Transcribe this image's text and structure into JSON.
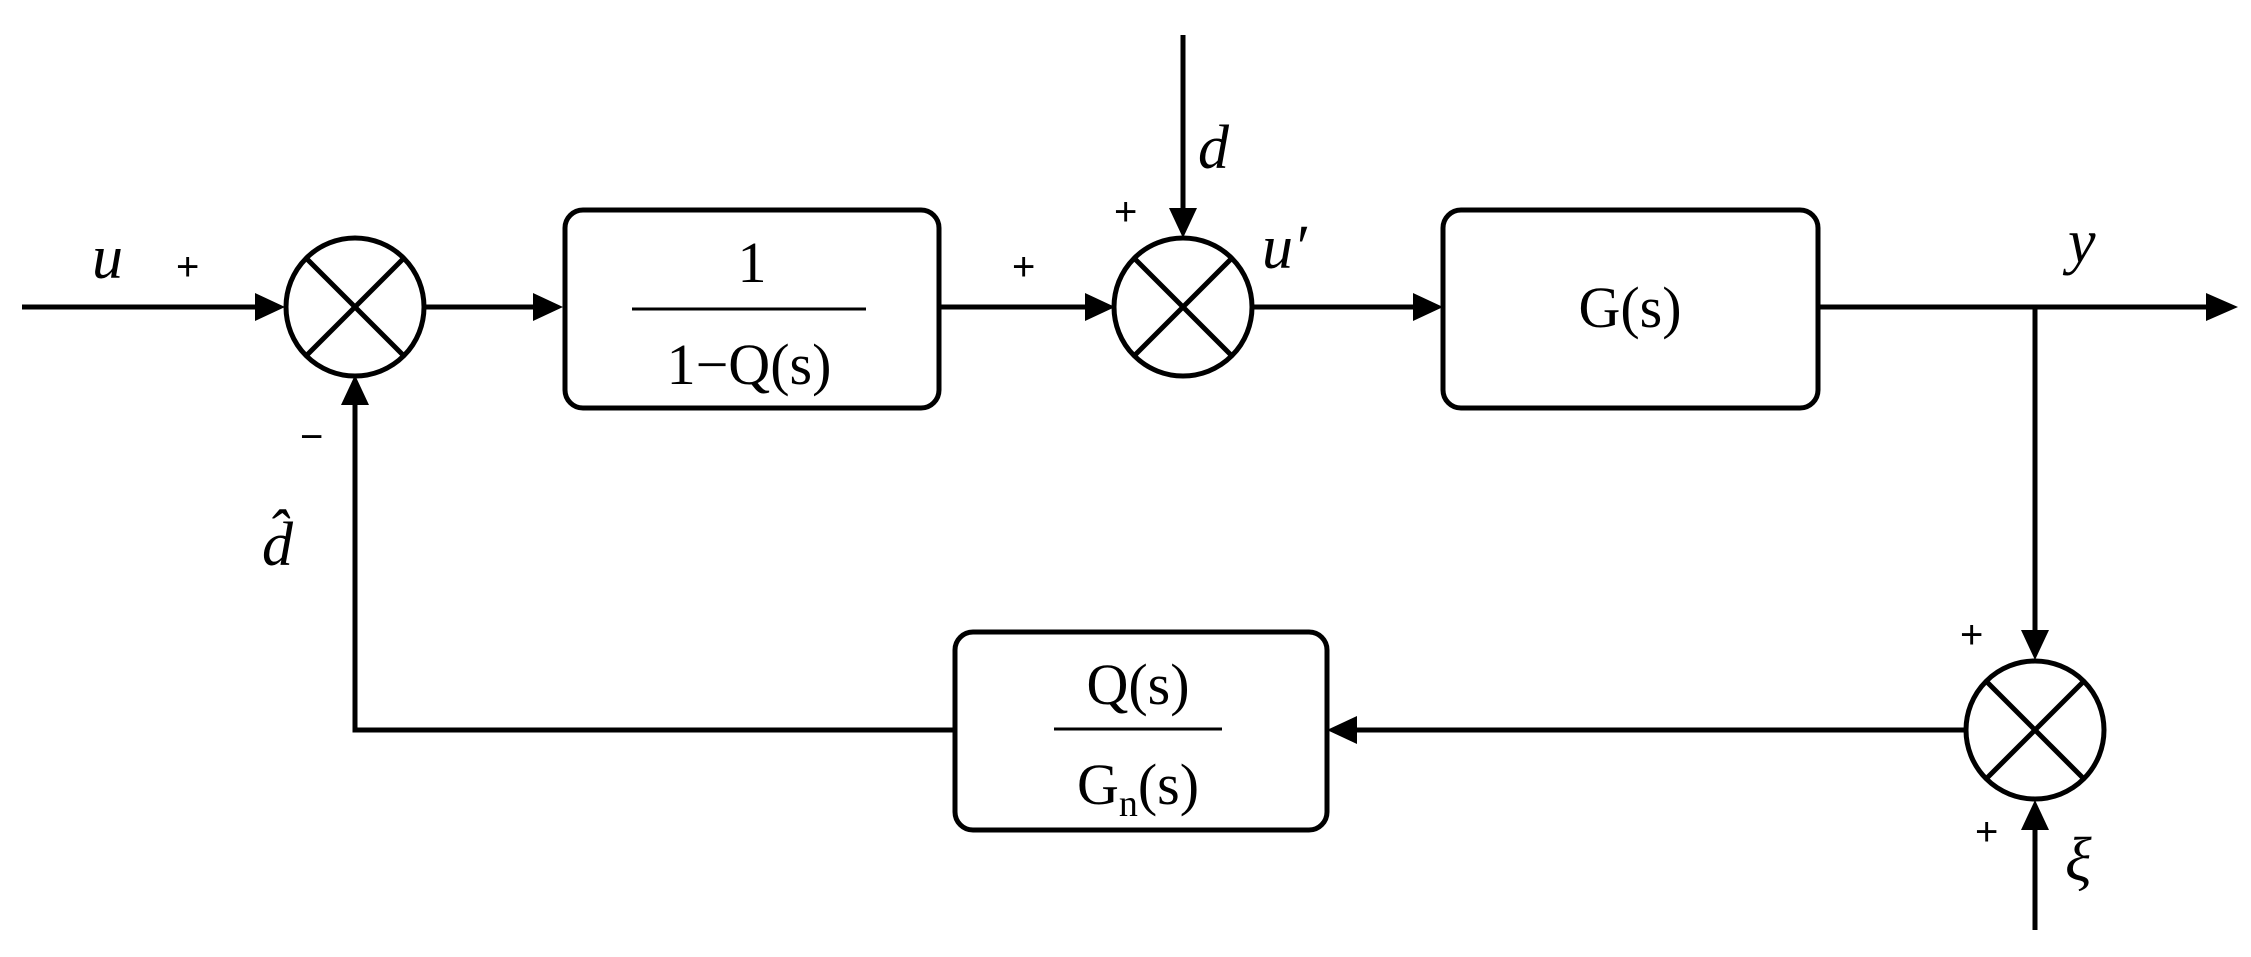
{
  "blocks": {
    "forward_filter": {
      "numerator": "1",
      "denominator": "1−Q(s)"
    },
    "plant": {
      "label": "G(s)"
    },
    "feedback_filter": {
      "numerator": "Q(s)",
      "denominator_main": "G",
      "denominator_sub": "n",
      "denominator_rest": "(s)"
    }
  },
  "signals": {
    "input": "u",
    "disturbance": "d",
    "modified_input": "u′",
    "output": "y",
    "noise": "ξ",
    "estimate": "d̂"
  },
  "signs": {
    "sum1_input": "+",
    "sum1_feedback": "−",
    "sum2_left": "+",
    "sum2_top": "+",
    "sum3_top": "+",
    "sum3_bottom": "+"
  }
}
